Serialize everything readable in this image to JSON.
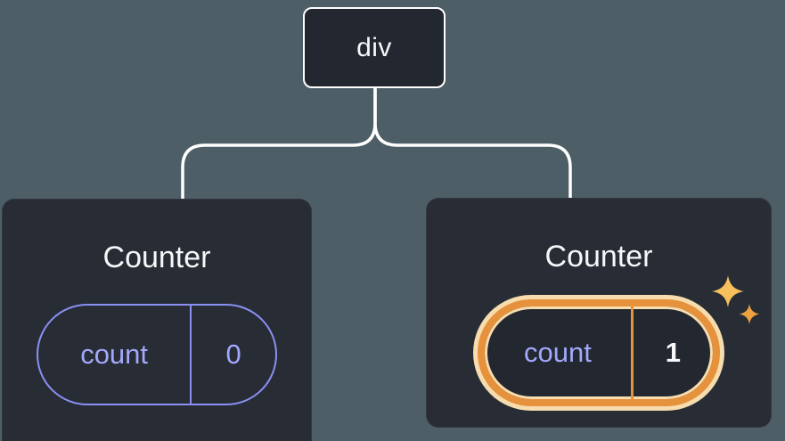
{
  "diagram": {
    "root": {
      "label": "div"
    },
    "children": [
      {
        "title": "Counter",
        "state": {
          "label": "count",
          "value": "0"
        },
        "highlighted": false
      },
      {
        "title": "Counter",
        "state": {
          "label": "count",
          "value": "1"
        },
        "highlighted": true
      }
    ],
    "icons": {
      "sparkle": "✦"
    },
    "colors": {
      "background": "#4d5e66",
      "node_fill": "#23272f",
      "card_fill": "#272c35",
      "node_border": "#ffffff",
      "connector": "#ffffff",
      "state_accent": "#8a90f3",
      "state_text": "#a2a8fb",
      "highlight_ring": "#e6913c",
      "highlight_glow": "#f7dcae",
      "sparkle_gold": "#f6c05c",
      "sparkle_deep_gold": "#eda13f",
      "text_primary": "#f6f7f9"
    }
  }
}
